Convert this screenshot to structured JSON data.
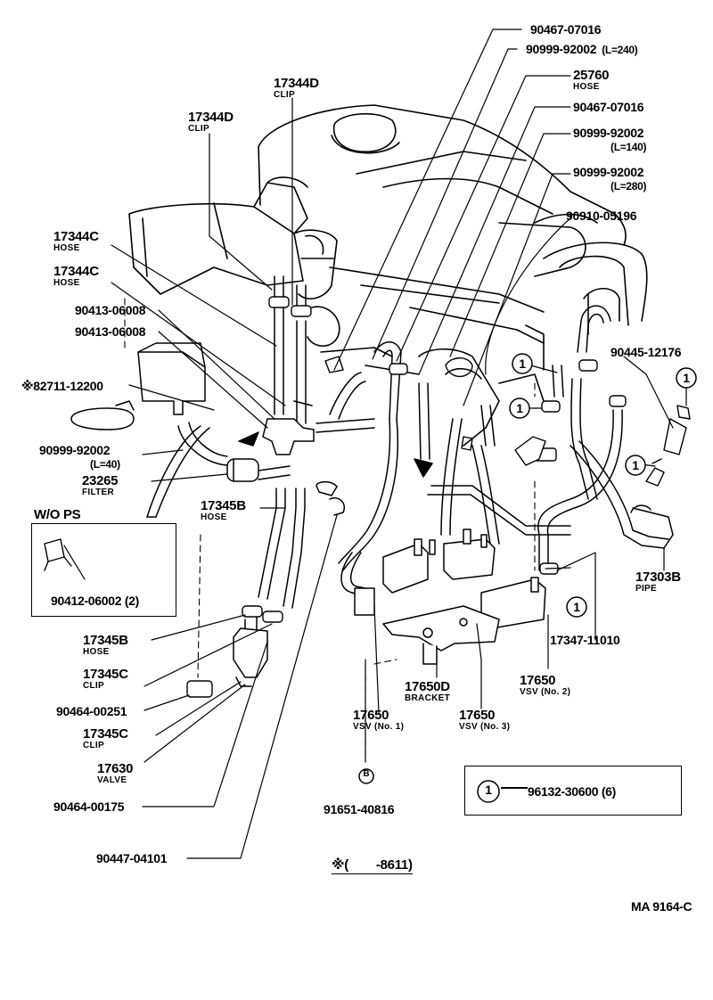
{
  "diagram": {
    "labels": {
      "p90467_07016_a": "90467-07016",
      "p90999_92002_a": "90999-92002",
      "p90999_92002_a_len": "(L=240)",
      "p25760": "25760",
      "p25760_name": "HOSE",
      "p17344D_a": "17344D",
      "p17344D_a_name": "CLIP",
      "p17344D_b": "17344D",
      "p17344D_b_name": "CLIP",
      "p90467_07016_b": "90467-07016",
      "p90999_92002_b": "90999-92002",
      "p90999_92002_b_len": "(L=140)",
      "p90999_92002_c": "90999-92002",
      "p90999_92002_c_len": "(L=280)",
      "p90910_05196": "90910-05196",
      "p17344C_a": "17344C",
      "p17344C_a_name": "HOSE",
      "p17344C_b": "17344C",
      "p17344C_b_name": "HOSE",
      "p90413_06008_a": "90413-06008",
      "p90413_06008_b": "90413-06008",
      "p82711_12200": "※82711-12200",
      "p90445_12176": "90445-12176",
      "p90999_92002_d": "90999-92002",
      "p90999_92002_d_len": "(L=40)",
      "p23265": "23265",
      "p23265_name": "FILTER",
      "p17345B_a": "17345B",
      "p17345B_a_name": "HOSE",
      "wops_title": "W/O PS",
      "p90412_06002": "90412-06002 (2)",
      "p17303B": "17303B",
      "p17303B_name": "PIPE",
      "p17347_11010": "17347-11010",
      "p17345B_b": "17345B",
      "p17345B_b_name": "HOSE",
      "p17345C_a": "17345C",
      "p17345C_a_name": "CLIP",
      "p90464_00251": "90464-00251",
      "p17345C_b": "17345C",
      "p17345C_b_name": "CLIP",
      "p17650_no2": "17650",
      "p17650_no2_name": "VSV (No. 2)",
      "p17650D": "17650D",
      "p17650D_name": "BRACKET",
      "p17650_no1": "17650",
      "p17650_no1_name": "VSV (No. 1)",
      "p17650_no3": "17650",
      "p17650_no3_name": "VSV (No. 3)",
      "p17630": "17630",
      "p17630_name": "VALVE",
      "p90464_00175": "90464-00175",
      "p91651_40816": "91651-40816",
      "bolt_marker": "B",
      "p90447_04101": "90447-04101",
      "footnote": "※(        -8611)",
      "drawing_code": "MA 9164-C"
    },
    "callout_marker": "1",
    "legend": {
      "marker": "1",
      "part": "96132-30600 (6)"
    }
  }
}
